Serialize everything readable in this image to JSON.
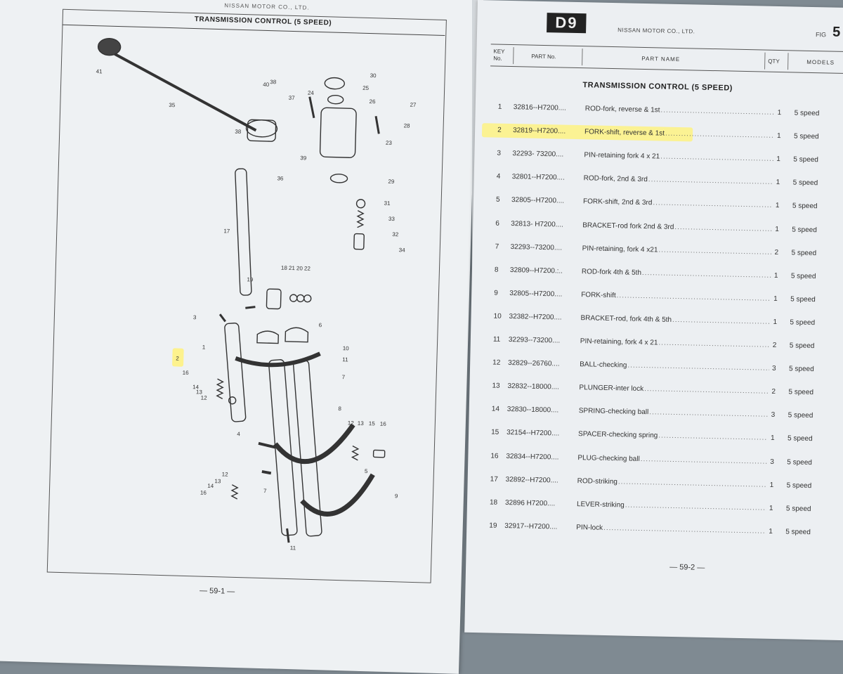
{
  "left_page": {
    "maker": "NISSAN MOTOR CO., LTD.",
    "title": "TRANSMISSION CONTROL (5 SPEED)",
    "page_number": "— 59-1 —",
    "callouts": [
      "41",
      "35",
      "40",
      "38",
      "37",
      "30",
      "25",
      "26",
      "27",
      "24",
      "28",
      "38",
      "39",
      "23",
      "36",
      "29",
      "31",
      "33",
      "32",
      "34",
      "17",
      "18",
      "21",
      "20",
      "22",
      "19",
      "3",
      "6",
      "1",
      "2",
      "10",
      "11",
      "7",
      "16",
      "14",
      "12",
      "13",
      "8",
      "12",
      "13",
      "16",
      "15",
      "4",
      "5",
      "12",
      "9",
      "13",
      "7",
      "14",
      "16",
      "11"
    ]
  },
  "right_page": {
    "fig_tag": "D9",
    "maker": "NISSAN MOTOR CO., LTD.",
    "fig_label": "FIG",
    "fig_number": "5",
    "columns": {
      "key_no": "KEY No.",
      "part_no": "PART No.",
      "part_name": "PART NAME",
      "qty": "QTY",
      "models": "MODELS"
    },
    "section_title": "TRANSMISSION CONTROL  (5 SPEED)",
    "rows": [
      {
        "key": "1",
        "part": "32816--H7200....",
        "name": "ROD-fork, reverse & 1st",
        "qty": "1",
        "model": "5 speed"
      },
      {
        "key": "2",
        "part": "32819--H7200....",
        "name": "FORK-shift, reverse & 1st",
        "qty": "1",
        "model": "5 speed"
      },
      {
        "key": "3",
        "part": "32293- 73200....",
        "name": "PIN-retaining fork 4 x 21",
        "qty": "1",
        "model": "5 speed"
      },
      {
        "key": "4",
        "part": "32801--H7200....",
        "name": "ROD-fork, 2nd & 3rd",
        "qty": "1",
        "model": "5 speed"
      },
      {
        "key": "5",
        "part": "32805--H7200....",
        "name": "FORK-shift, 2nd & 3rd",
        "qty": "1",
        "model": "5 speed"
      },
      {
        "key": "6",
        "part": "32813- H7200....",
        "name": "BRACKET-rod fork 2nd & 3rd",
        "qty": "1",
        "model": "5 speed"
      },
      {
        "key": "7",
        "part": "32293--73200....",
        "name": "PIN-retaining, fork 4 x21",
        "qty": "2",
        "model": "5 speed"
      },
      {
        "key": "8",
        "part": "32809--H7200.:..",
        "name": "ROD-fork 4th & 5th",
        "qty": "1",
        "model": "5 speed"
      },
      {
        "key": "9",
        "part": "32805--H7200....",
        "name": "FORK-shift",
        "qty": "1",
        "model": "5 speed"
      },
      {
        "key": "10",
        "part": "32382--H7200....",
        "name": "BRACKET-rod, fork 4th & 5th",
        "qty": "1",
        "model": "5 speed"
      },
      {
        "key": "11",
        "part": "32293--73200....",
        "name": "PIN-retaining, fork 4 x 21",
        "qty": "2",
        "model": "5 speed"
      },
      {
        "key": "12",
        "part": "32829--26760....",
        "name": "BALL-checking",
        "qty": "3",
        "model": "5 speed"
      },
      {
        "key": "13",
        "part": "32832--18000....",
        "name": "PLUNGER-inter lock",
        "qty": "2",
        "model": "5 speed"
      },
      {
        "key": "14",
        "part": "32830--18000....",
        "name": "SPRING-checking ball",
        "qty": "3",
        "model": "5 speed"
      },
      {
        "key": "15",
        "part": "32154--H7200....",
        "name": "SPACER-checking spring",
        "qty": "1",
        "model": "5 speed"
      },
      {
        "key": "16",
        "part": "32834--H7200....",
        "name": "PLUG-checking ball",
        "qty": "3",
        "model": "5 speed"
      },
      {
        "key": "17",
        "part": "32892--H7200....",
        "name": "ROD-striking",
        "qty": "1",
        "model": "5 speed"
      },
      {
        "key": "18",
        "part": "32896  H7200....",
        "name": "LEVER-striking",
        "qty": "1",
        "model": "5 speed"
      },
      {
        "key": "19",
        "part": "32917--H7200....",
        "name": "PIN-lock",
        "qty": "1",
        "model": "5 speed"
      }
    ],
    "highlighted_key": "2",
    "page_number": "— 59-2 —"
  },
  "colors": {
    "highlight": "#fff27a",
    "paper": "#eef1f3",
    "ink": "#222222"
  }
}
